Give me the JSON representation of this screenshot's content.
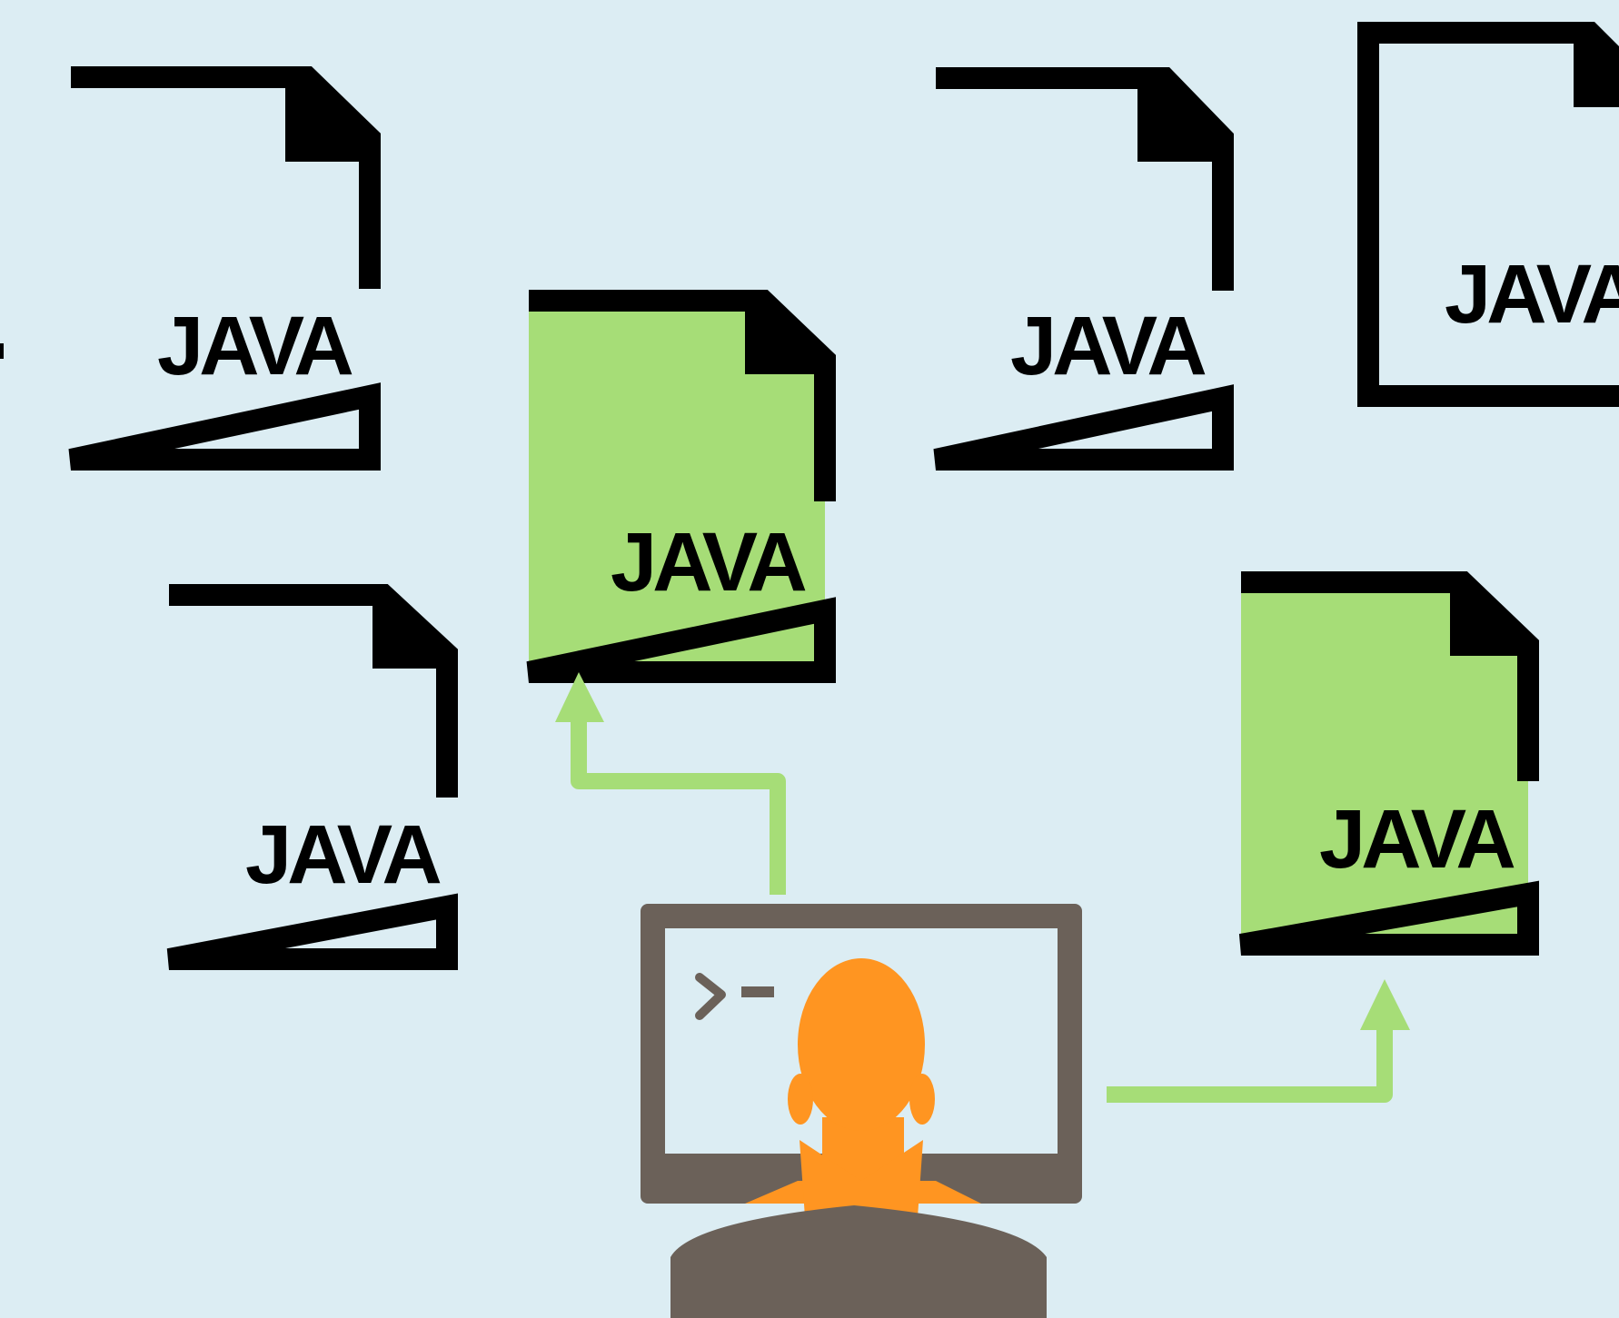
{
  "files": [
    {
      "id": "file-1",
      "label": "JAVA",
      "highlighted": false
    },
    {
      "id": "file-2",
      "label": "JAVA",
      "highlighted": true
    },
    {
      "id": "file-3",
      "label": "JAVA",
      "highlighted": false
    },
    {
      "id": "file-4",
      "label": "JAVA",
      "highlighted": false
    },
    {
      "id": "file-5",
      "label": "JAVA",
      "highlighted": false
    },
    {
      "id": "file-6",
      "label": "JAVA",
      "highlighted": true
    }
  ],
  "terminal": {
    "prompt_icon": "terminal-prompt-icon"
  },
  "person": {
    "icon": "user-silhouette-icon"
  },
  "colors": {
    "background": "#dcedf3",
    "file_outline": "#000000",
    "file_highlight": "#a6dd77",
    "arrow": "#a6dd77",
    "monitor": "#6b6159",
    "person_head": "#ff9521",
    "person_body": "#6b6159"
  }
}
